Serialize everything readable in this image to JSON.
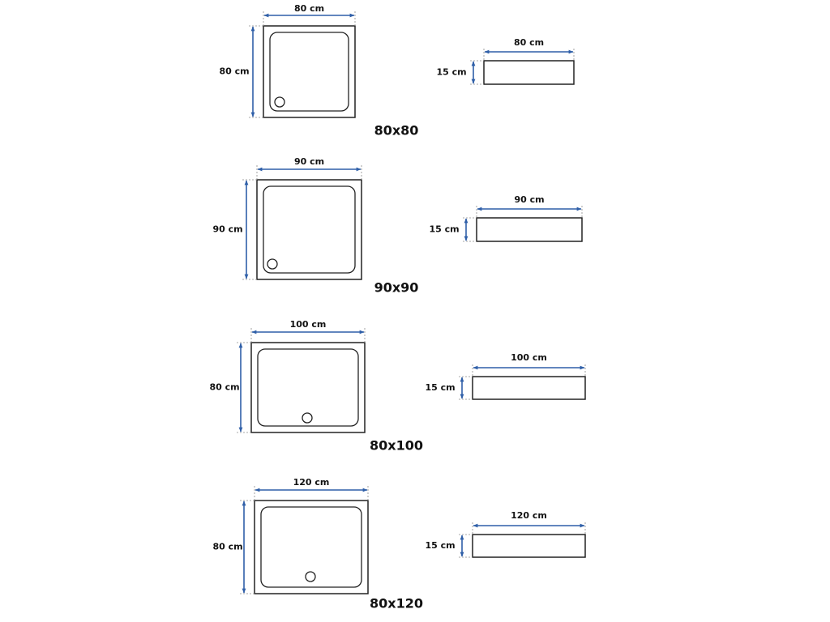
{
  "colors": {
    "dimension": "#2f5fa8",
    "outline": "#222222",
    "guide": "#8a8a8a"
  },
  "trays": [
    {
      "title": "80x80",
      "top_view": {
        "width_label": "80 cm",
        "height_label": "80 cm",
        "drain": "corner"
      },
      "side_view": {
        "width_label": "80 cm",
        "height_label": "15 cm"
      }
    },
    {
      "title": "90x90",
      "top_view": {
        "width_label": "90 cm",
        "height_label": "90 cm",
        "drain": "corner"
      },
      "side_view": {
        "width_label": "90 cm",
        "height_label": "15 cm"
      }
    },
    {
      "title": "80x100",
      "top_view": {
        "width_label": "100 cm",
        "height_label": "80 cm",
        "drain": "center"
      },
      "side_view": {
        "width_label": "100 cm",
        "height_label": "15 cm"
      }
    },
    {
      "title": "80x120",
      "top_view": {
        "width_label": "120 cm",
        "height_label": "80 cm",
        "drain": "center"
      },
      "side_view": {
        "width_label": "120 cm",
        "height_label": "15 cm"
      }
    }
  ]
}
